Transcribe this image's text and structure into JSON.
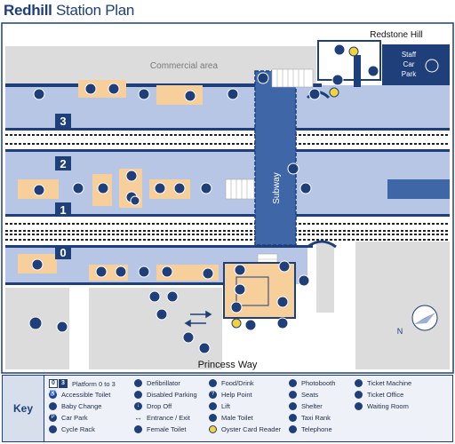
{
  "title_bold": "Redhill",
  "title_rest": " Station Plan",
  "labels": {
    "commercial_area": "Commercial area",
    "redstone_hill": "Redstone Hill",
    "staff_car_park_1": "Staff",
    "staff_car_park_2": "Car",
    "staff_car_park_3": "Park",
    "subway": "Subway",
    "princess_way": "Princess Way",
    "north": "N"
  },
  "platforms": {
    "p3": "3",
    "p2": "2",
    "p1": "1",
    "p0": "0"
  },
  "key": {
    "title": "Key",
    "platform_badge_a": "0",
    "platform_badge_b": "3",
    "items": {
      "platform": "Platform 0 to 3",
      "accessible_toilet": "Accessible Toilet",
      "baby_change": "Baby Change",
      "car_park": "Car Park",
      "cycle_rack": "Cycle Rack",
      "defibrillator": "Defibrillator",
      "disabled_parking": "Disabled Parking",
      "drop_off": "Drop Off",
      "entrance_exit": "Entrance / Exit",
      "female_toilet": "Female Toilet",
      "food_drink": "Food/Drink",
      "help_point": "Help Point",
      "lift": "Lift",
      "male_toilet": "Male Toilet",
      "oyster_card_reader": "Oyster Card Reader",
      "photobooth": "Photobooth",
      "seats": "Seats",
      "shelter": "Shelter",
      "taxi_rank": "Taxi Rank",
      "telephone": "Telephone",
      "ticket_machine": "Ticket Machine",
      "ticket_office": "Ticket Office",
      "waiting_room": "Waiting Room"
    }
  },
  "colors": {
    "navy": "#1f3f7a",
    "platform_blue": "#b7c6e4",
    "light_grey": "#dddddd",
    "orange_building": "#f6cf9b",
    "subway_blue": "#3f67a8",
    "oyster_yellow": "#f2d33b"
  }
}
